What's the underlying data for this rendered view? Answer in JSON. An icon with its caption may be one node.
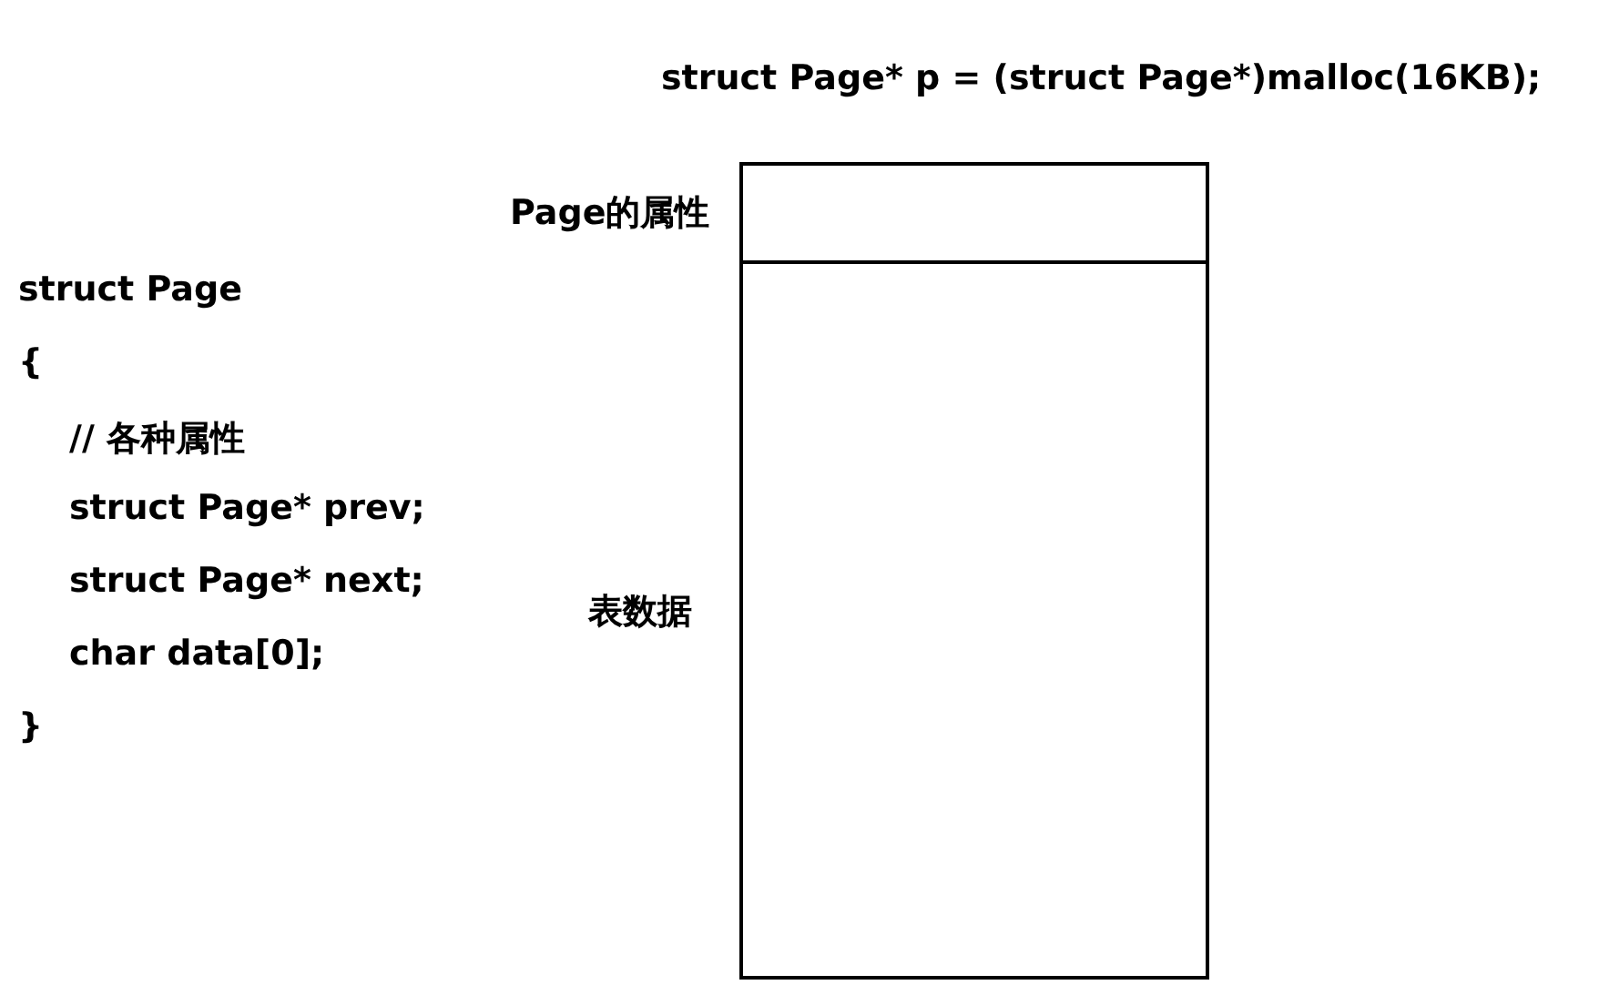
{
  "diagram": {
    "nodes": [
      {
        "text": [
          "Page的属性"
        ]
      },
      {
        "text": [
          "表数据"
        ]
      }
    ],
    "labels": [
      "struct Page* p = (struct Page*)malloc(16KB);",
      "struct Page",
      "{",
      "// 各种属性",
      "struct Page* prev;",
      "struct Page* next;",
      "char data[0];",
      "}"
    ]
  }
}
